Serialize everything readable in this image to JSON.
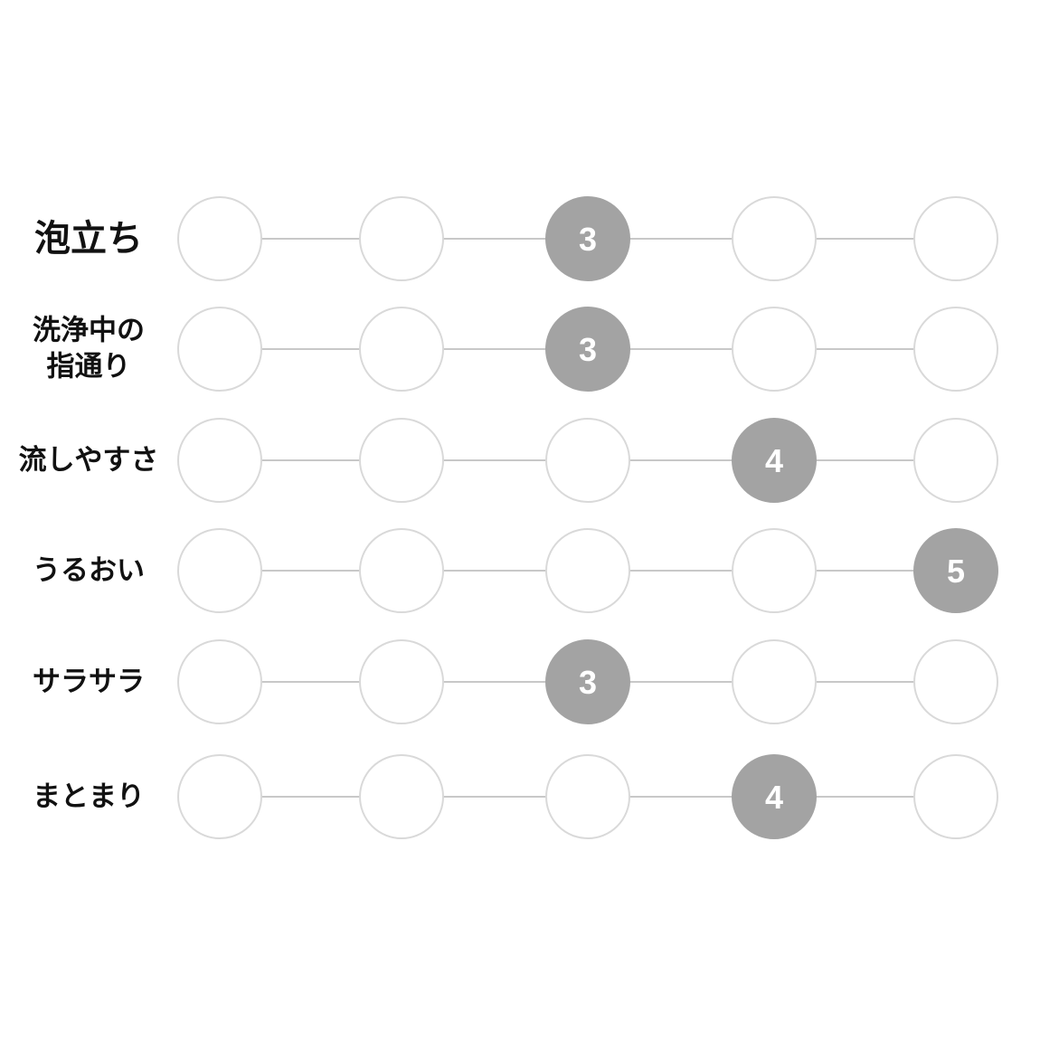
{
  "chart_data": {
    "type": "rating-scale",
    "scale": [
      1,
      2,
      3,
      4,
      5
    ],
    "rows": [
      {
        "label": "泡立ち",
        "value": 3
      },
      {
        "label": "洗浄中の\n指通り",
        "value": 3
      },
      {
        "label": "流しやすさ",
        "value": 4
      },
      {
        "label": "うるおい",
        "value": 5
      },
      {
        "label": "サラサラ",
        "value": 3
      },
      {
        "label": "まとまり",
        "value": 4
      }
    ],
    "colors": {
      "filled": "#a3a3a3",
      "outline": "#d9d9d9",
      "connector": "#c8c8c8",
      "number": "#ffffff"
    }
  }
}
